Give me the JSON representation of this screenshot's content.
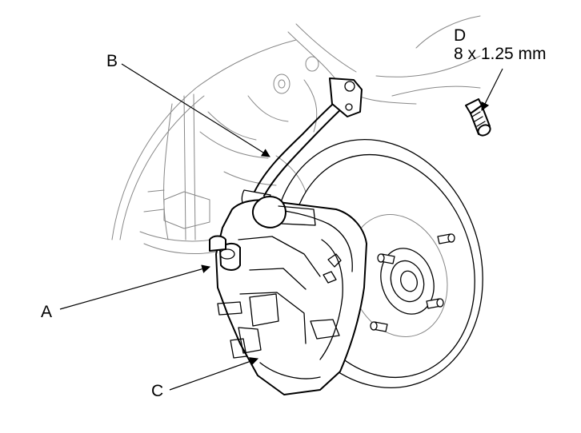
{
  "callouts": {
    "a": {
      "letter": "A"
    },
    "b": {
      "letter": "B"
    },
    "c": {
      "letter": "C"
    },
    "d": {
      "letter": "D",
      "spec": "8 x 1.25 mm"
    }
  },
  "colors": {
    "line": "#000000",
    "background_detail": "#888888",
    "background": "#ffffff"
  }
}
